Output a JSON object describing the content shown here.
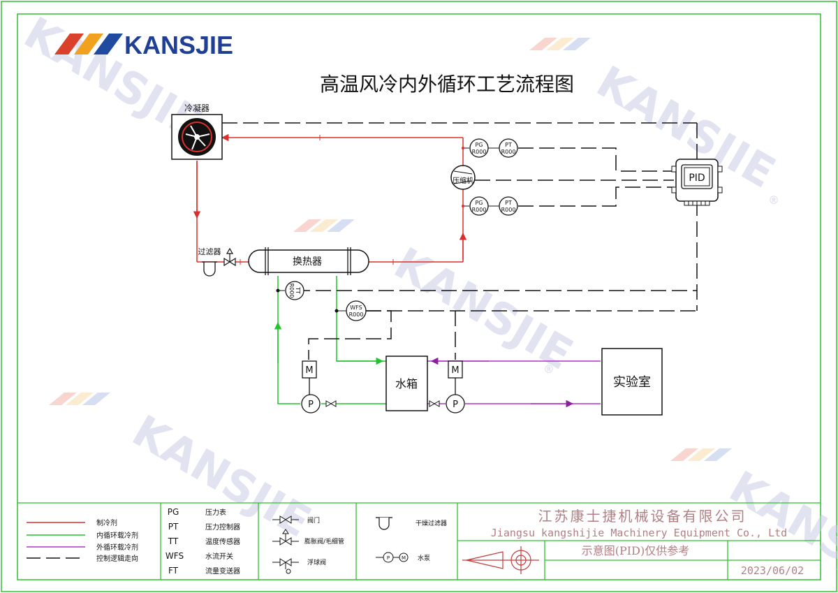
{
  "logo": {
    "brand": "KANSJIE",
    "colors": [
      "#d9412b",
      "#f0a21f",
      "#1f4aa0"
    ]
  },
  "title": "高温风冷内外循环工艺流程图",
  "watermark": {
    "text": "KANSJIE",
    "registered_mark": "®"
  },
  "colors": {
    "refrigerant": "#d9302c",
    "inner_loop": "#22c42c",
    "outer_loop": "#b233c8",
    "control": "#111111",
    "frame": "#2ec12e",
    "company_text": "#b07f84"
  },
  "equipment": {
    "condenser": "冷凝器",
    "compressor": "压缩机",
    "heat_exchanger": "换热器",
    "filter": "过滤器",
    "water_tank": "水箱",
    "lab": "实验室",
    "controller": "PID",
    "motor": "M",
    "pump": "P"
  },
  "instruments": [
    {
      "tag": "PG",
      "code": "R000"
    },
    {
      "tag": "PT",
      "code": "R000"
    },
    {
      "tag": "PG",
      "code": "R000"
    },
    {
      "tag": "PT",
      "code": "R000"
    },
    {
      "tag": "TT",
      "code": "R000"
    },
    {
      "tag": "WFS",
      "code": "R000"
    }
  ],
  "legend": {
    "lines": [
      {
        "label": "制冷剂",
        "style": "refrigerant"
      },
      {
        "label": "内循环载冷剂",
        "style": "inner_loop"
      },
      {
        "label": "外循环载冷剂",
        "style": "outer_loop"
      },
      {
        "label": "控制逻辑走向",
        "style": "control"
      }
    ],
    "abbreviations": [
      {
        "code": "PG",
        "desc": "压力表"
      },
      {
        "code": "PT",
        "desc": "压力控制器"
      },
      {
        "code": "TT",
        "desc": "温度传感器"
      },
      {
        "code": "WFS",
        "desc": "水流开关"
      },
      {
        "code": "FT",
        "desc": "流量变送器"
      }
    ],
    "symbols": [
      {
        "label": "阀门"
      },
      {
        "label": "膨胀阀/毛细管"
      },
      {
        "label": "浮球阀"
      },
      {
        "label": "干燥过滤器"
      },
      {
        "label": "水泵"
      }
    ]
  },
  "title_block": {
    "company_cn": "江苏康士捷机械设备有限公司",
    "company_en": "Jiangsu kangshijie Machinery Equipment Co., Ltd",
    "note": "示意图(PID)仅供参考",
    "date": "2023/06/02"
  }
}
